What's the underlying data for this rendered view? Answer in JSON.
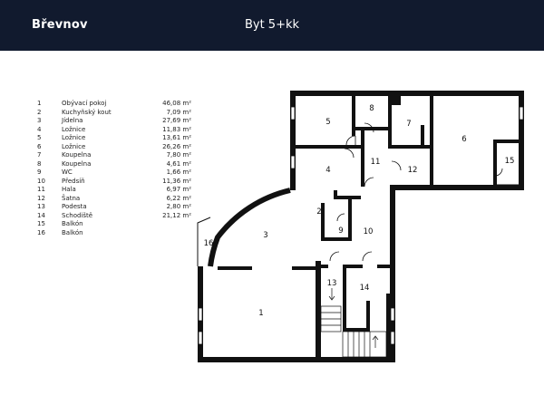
{
  "header": {
    "brand": "Břevnov",
    "title": "Byt 5+kk"
  },
  "legend": [
    {
      "num": "1",
      "name": "Obývací pokoj",
      "area": "46,08 m²"
    },
    {
      "num": "2",
      "name": "Kuchyňský kout",
      "area": "7,09 m²"
    },
    {
      "num": "3",
      "name": "Jídelna",
      "area": "27,69 m²"
    },
    {
      "num": "4",
      "name": "Ložnice",
      "area": "11,83 m²"
    },
    {
      "num": "5",
      "name": "Ložnice",
      "area": "13,61 m²"
    },
    {
      "num": "6",
      "name": "Ložnice",
      "area": "26,26 m²"
    },
    {
      "num": "7",
      "name": "Koupelna",
      "area": "7,80 m²"
    },
    {
      "num": "8",
      "name": "Koupelna",
      "area": "4,61 m²"
    },
    {
      "num": "9",
      "name": "WC",
      "area": "1,66 m²"
    },
    {
      "num": "10",
      "name": "Předsíň",
      "area": "11,36 m²"
    },
    {
      "num": "11",
      "name": "Hala",
      "area": "6,97 m²"
    },
    {
      "num": "12",
      "name": "Šatna",
      "area": "6,22 m²"
    },
    {
      "num": "13",
      "name": "Podesta",
      "area": "2,80 m²"
    },
    {
      "num": "14",
      "name": "Schodiště",
      "area": "21,12 m²"
    },
    {
      "num": "15",
      "name": "Balkón",
      "area": ""
    },
    {
      "num": "16",
      "name": "Balkón",
      "area": ""
    }
  ],
  "plan_labels": {
    "r1": "1",
    "r2": "2",
    "r3": "3",
    "r4": "4",
    "r5": "5",
    "r6": "6",
    "r7": "7",
    "r8": "8",
    "r9": "9",
    "r10": "10",
    "r11": "11",
    "r12": "12",
    "r13": "13",
    "r14": "14",
    "r15": "15",
    "r16": "16"
  },
  "colors": {
    "header_bg": "#111a2e",
    "wall": "#111111"
  }
}
